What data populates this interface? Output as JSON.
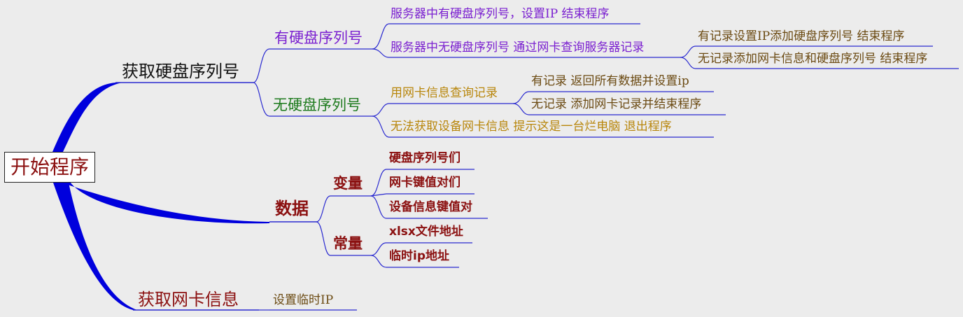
{
  "root": {
    "label": "开始程序"
  },
  "colors": {
    "trunk": "#0000dd",
    "branch": "#2a2ad0",
    "black": "#111111",
    "purple": "#7a1fd0",
    "green": "#1d7a1d",
    "gold": "#b8860b",
    "brown": "#6b4a12",
    "darkred": "#8b1010"
  },
  "branches": {
    "hdd": {
      "label": "获取硬盘序列号",
      "has": {
        "label": "有硬盘序列号",
        "set_ip": "服务器中有硬盘序列号，设置IP 结束程序",
        "no_on_server": "服务器中无硬盘序列号 通过网卡查询服务器记录",
        "has_record": "有记录设置IP添加硬盘序列号 结束程序",
        "no_record": "无记录添加网卡信息和硬盘序列号 结束程序"
      },
      "none": {
        "label": "无硬盘序列号",
        "query_nic": "用网卡信息查询记录",
        "has_record": "有记录 返回所有数据并设置ip",
        "no_record": "无记录 添加网卡记录并结束程序",
        "fail": "无法获取设备网卡信息 提示这是一台烂电脑 退出程序"
      }
    },
    "data": {
      "label": "数据",
      "variables": {
        "label": "变量",
        "items": [
          "硬盘序列号们",
          "网卡键值对们",
          "设备信息键值对"
        ]
      },
      "constants": {
        "label": "常量",
        "items": [
          "xlsx文件地址",
          "临时ip地址"
        ]
      }
    },
    "nic": {
      "label": "获取网卡信息",
      "set_temp_ip": "设置临时IP"
    }
  }
}
